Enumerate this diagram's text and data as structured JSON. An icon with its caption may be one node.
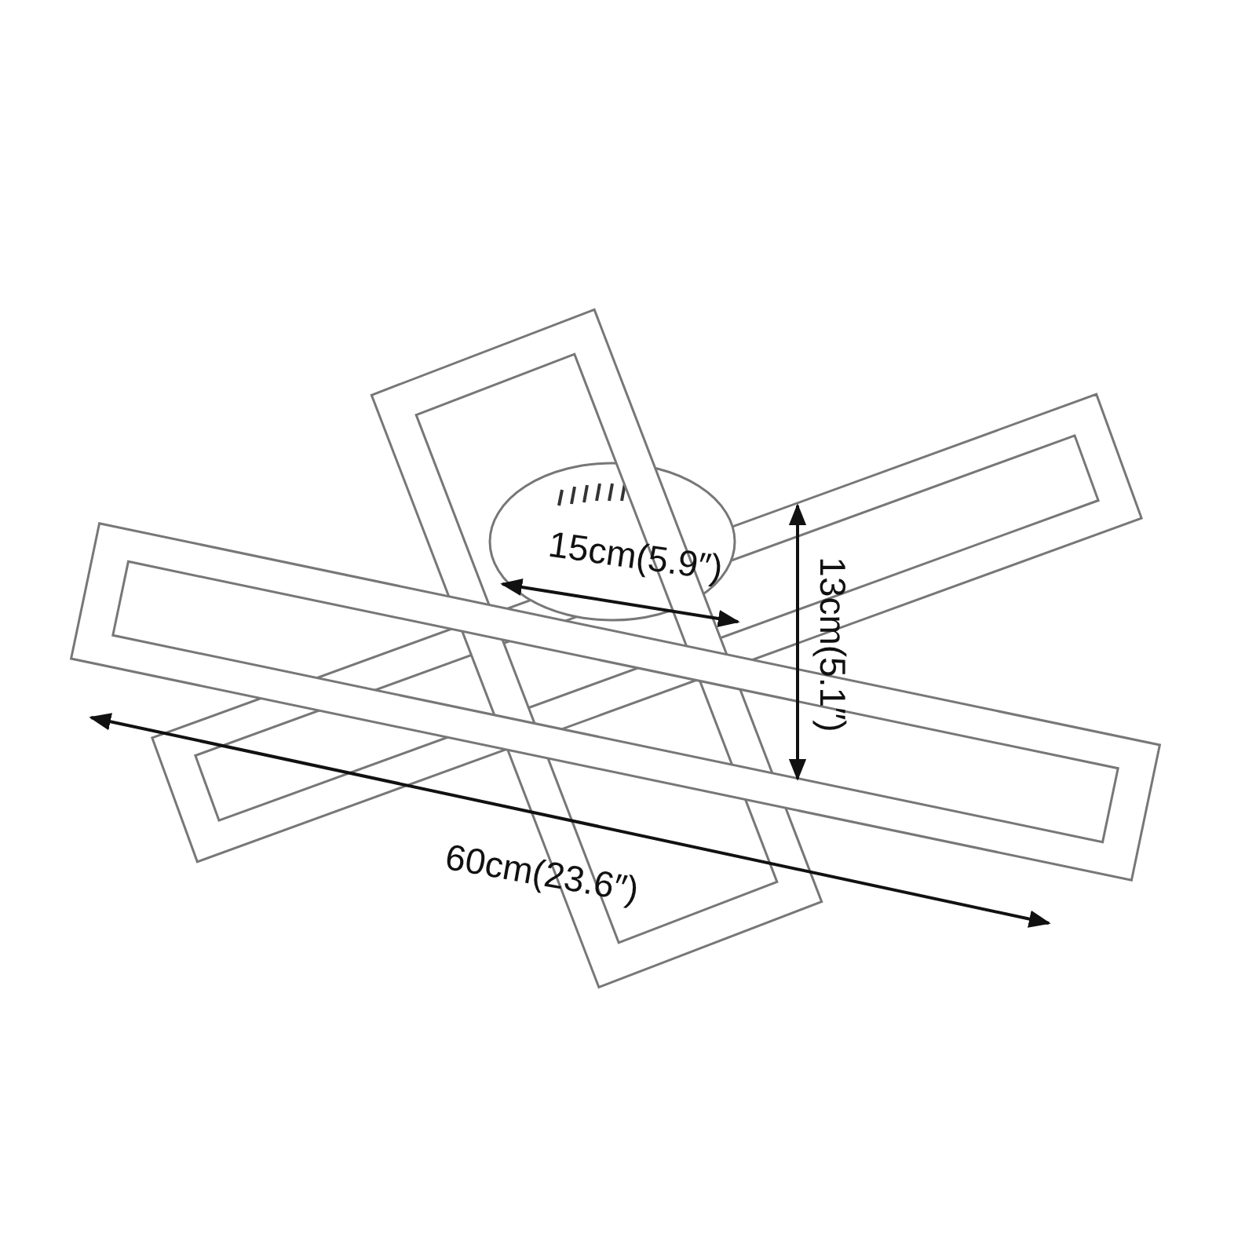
{
  "diagram": {
    "labels": [
      "15cm(5.9″)",
      "13cm(5.1″)",
      "60cm(23.6″)"
    ]
  }
}
